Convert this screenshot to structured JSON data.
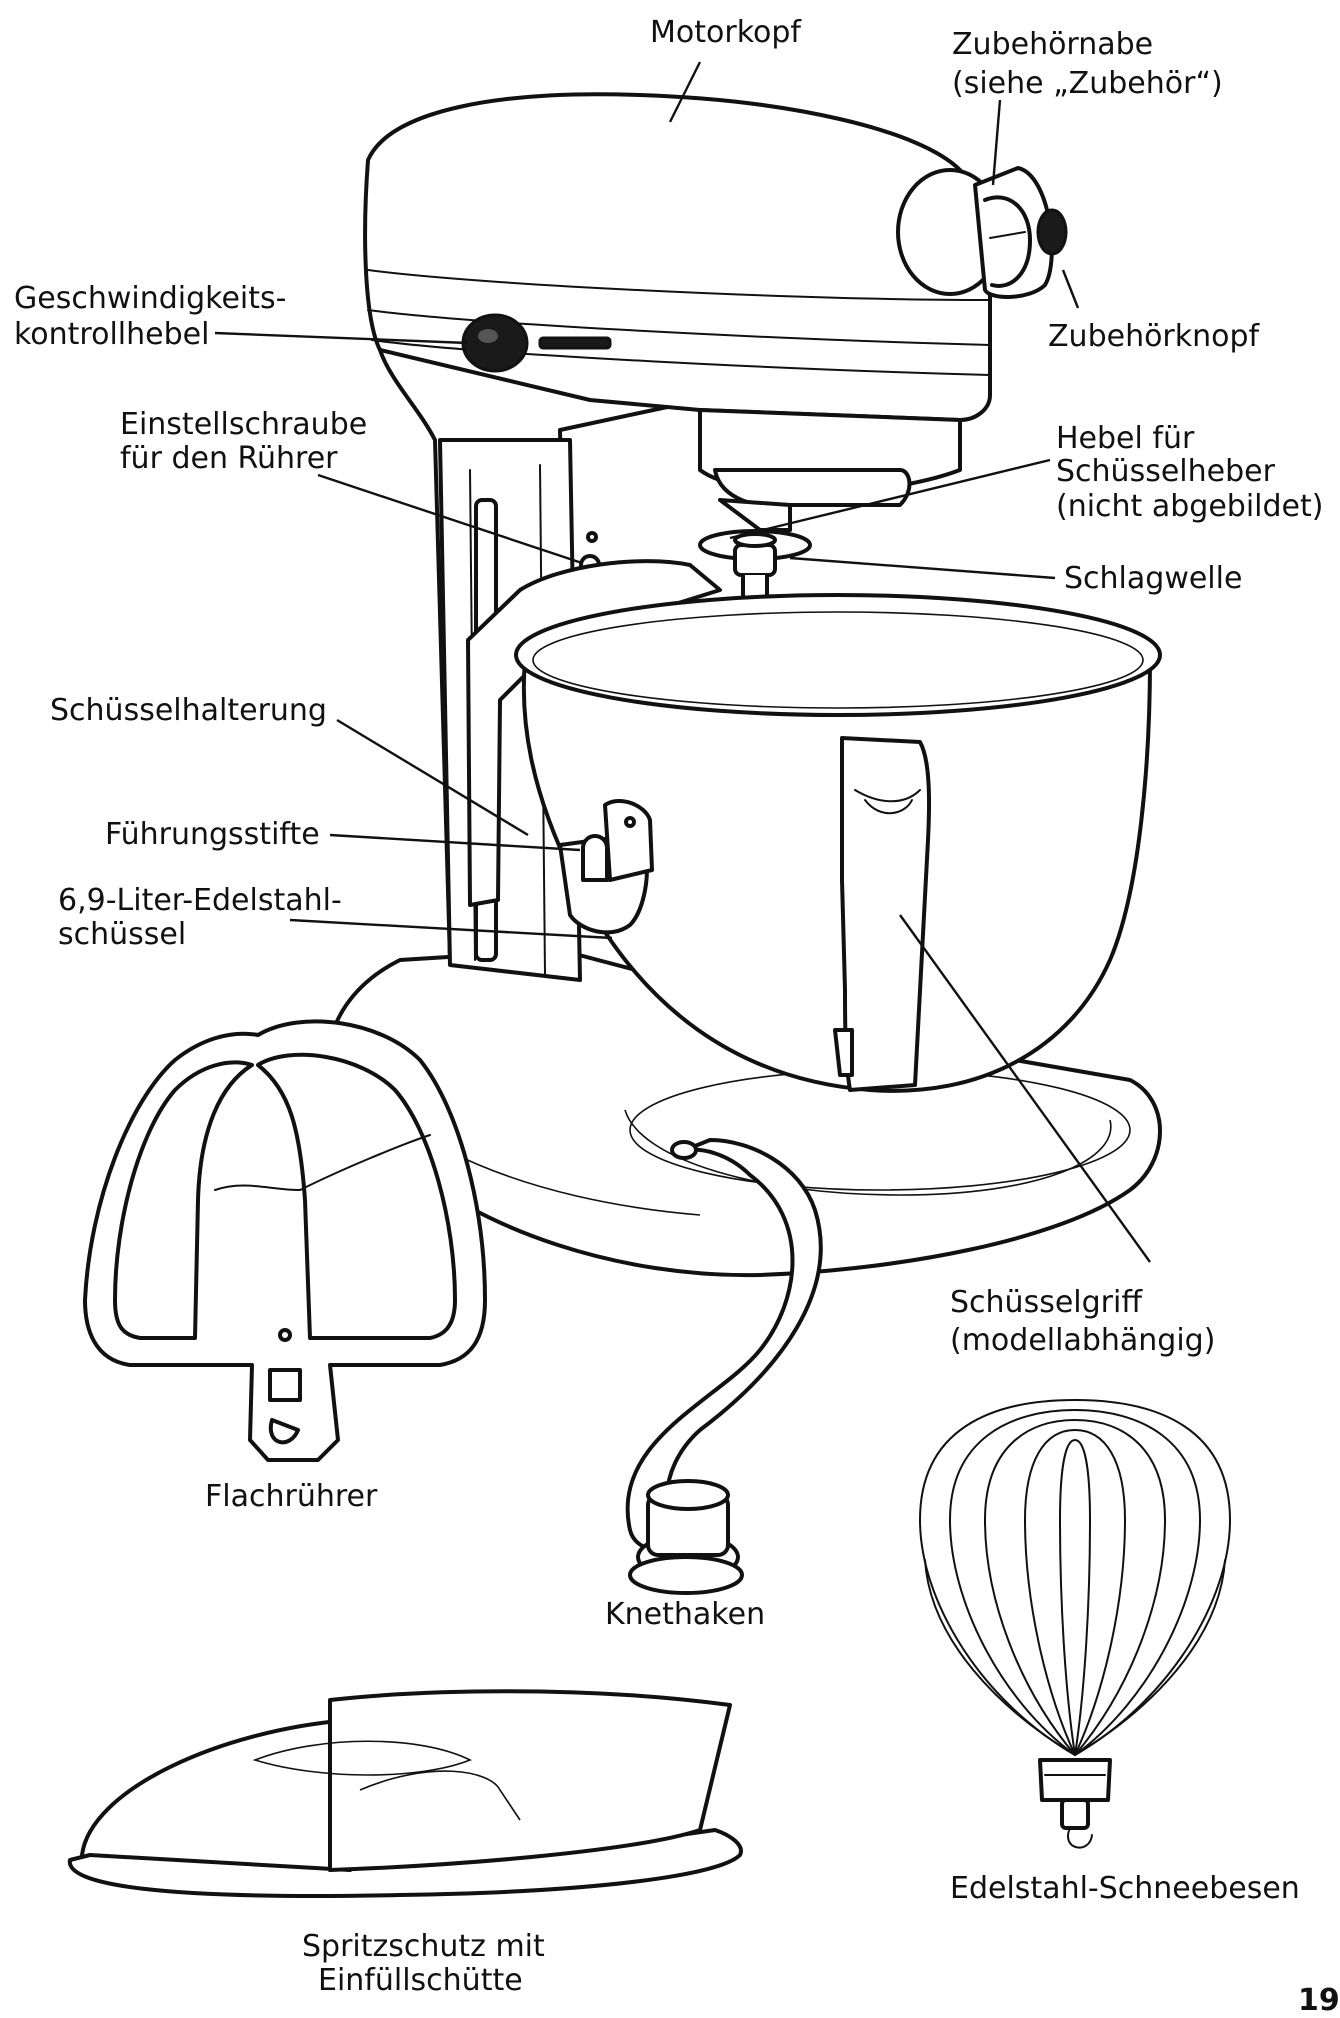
{
  "labels": {
    "motor_head": "Motorkopf",
    "attachment_hub_1": "Zubehörnabe",
    "attachment_hub_2": "(siehe „Zubehör“)",
    "attachment_knob": "Zubehörknopf",
    "speed_lever_1": "Geschwindigkeits-",
    "speed_lever_2": "kontrollhebel",
    "beater_screw_1": "Einstellschraube",
    "beater_screw_2": "für den Rührer",
    "bowl_lift_lever_1": "Hebel für",
    "bowl_lift_lever_2": "Schüsselheber",
    "bowl_lift_lever_3": "(nicht abgebildet)",
    "beater_shaft": "Schlagwelle",
    "bowl_support": "Schüsselhalterung",
    "locating_pins": "Führungsstifte",
    "bowl_1": "6,9-Liter-Edelstahl-",
    "bowl_2": "schüssel",
    "bowl_handle_1": "Schüsselgriff",
    "bowl_handle_2": "(modellabhängig)",
    "flat_beater": "Flachrührer",
    "dough_hook": "Knethaken",
    "wire_whip": "Edelstahl-Schneebesen",
    "pouring_shield_1": "Spritzschutz mit",
    "pouring_shield_2": "Einfüllschütte"
  },
  "page_number": "19",
  "colors": {
    "ink": "#111111",
    "paper": "#ffffff"
  }
}
